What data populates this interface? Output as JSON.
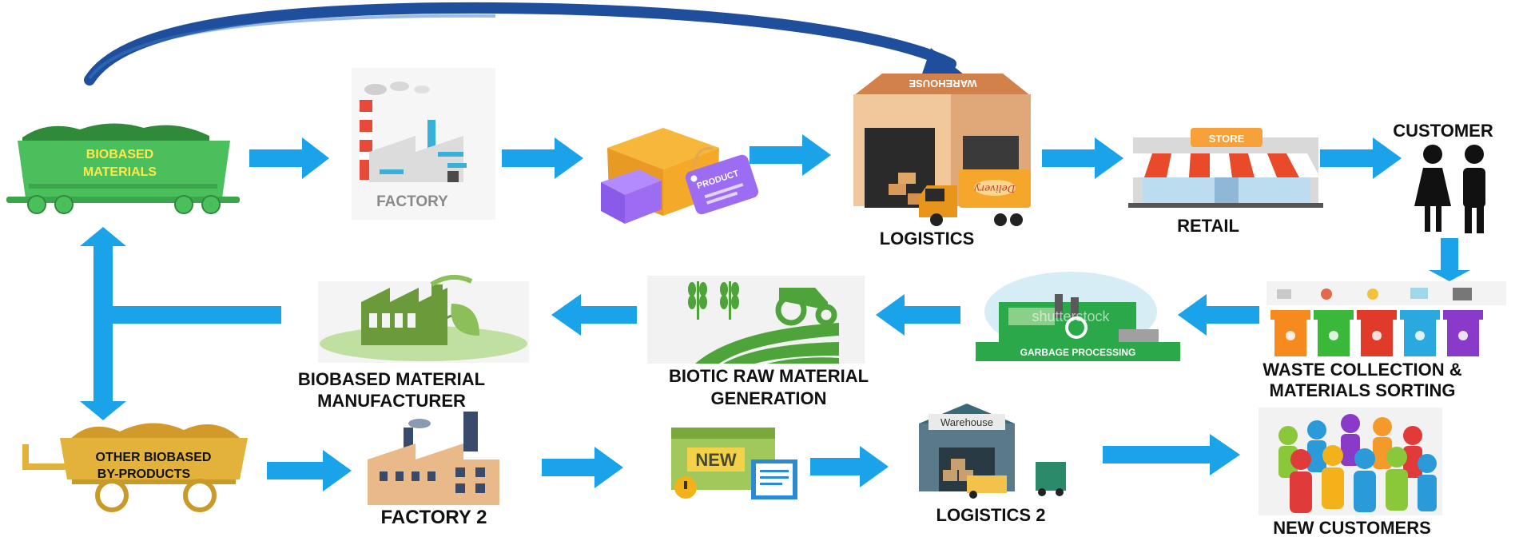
{
  "diagram": {
    "nodes": {
      "biobased_materials": {
        "label": "BIOBASED MATERIALS",
        "line1": "BIOBASED",
        "line2": "MATERIALS",
        "color": "#4bbf5c",
        "text_color": "#ffe84a"
      },
      "factory": {
        "label": "FACTORY"
      },
      "product": {
        "tag": "PRODUCT"
      },
      "logistics": {
        "label": "LOGISTICS",
        "sign": "WAREHOUSE",
        "truck_text": "Delivery"
      },
      "retail": {
        "label": "RETAIL",
        "sign": "STORE"
      },
      "customer": {
        "label": "CUSTOMER"
      },
      "waste_collection": {
        "label_line1": "WASTE COLLECTION &",
        "label_line2": "MATERIALS SORTING"
      },
      "garbage_processing": {
        "banner": "GARBAGE PROCESSING",
        "watermark": "shutterstock"
      },
      "biotic_raw": {
        "label_line1": "BIOTIC RAW MATERIAL",
        "label_line2": "GENERATION"
      },
      "biobased_manufacturer": {
        "label_line1": "BIOBASED MATERIAL",
        "label_line2": "MANUFACTURER"
      },
      "other_byproducts": {
        "line1": "OTHER BIOBASED",
        "line2": "BY-PRODUCTS",
        "color": "#e2b23a"
      },
      "factory2": {
        "label": "FACTORY 2"
      },
      "new_box": {
        "text": "NEW"
      },
      "logistics2": {
        "label": "LOGISTICS 2",
        "sign": "Warehouse"
      },
      "new_customers": {
        "label": "NEW CUSTOMERS"
      }
    },
    "colors": {
      "arrow": "#1aa3e8",
      "curved_arrow": "#1f4f9c",
      "green": "#4bbf5c",
      "dark_green": "#6b9a3a"
    }
  }
}
